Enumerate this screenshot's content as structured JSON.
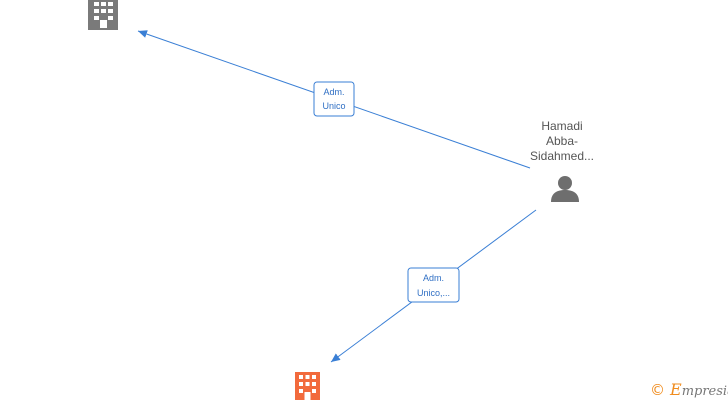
{
  "colors": {
    "edge": "#3a7fd5",
    "company_gray": "#7a7a7a",
    "company_orange": "#f26a3c",
    "person": "#6e6e6e",
    "person_label": "#555555",
    "brand_orange": "#f08c1e",
    "brand_gray": "#777777"
  },
  "nodes": {
    "company_top": {
      "icon": "building-icon",
      "color": "#7a7a7a"
    },
    "company_bottom": {
      "icon": "building-icon",
      "color": "#f26a3c"
    },
    "person": {
      "icon": "person-icon",
      "label_lines": [
        "Hamadi",
        "Abba-",
        "Sidahmed..."
      ]
    }
  },
  "edges": [
    {
      "from": "person",
      "to": "company_top",
      "label_lines": [
        "Adm.",
        "Unico"
      ]
    },
    {
      "from": "person",
      "to": "company_bottom",
      "label_lines": [
        "Adm.",
        "Unico,..."
      ]
    }
  ],
  "watermark": {
    "copyright_symbol": "©",
    "brand_initial": "E",
    "brand_rest": "mpresia"
  }
}
